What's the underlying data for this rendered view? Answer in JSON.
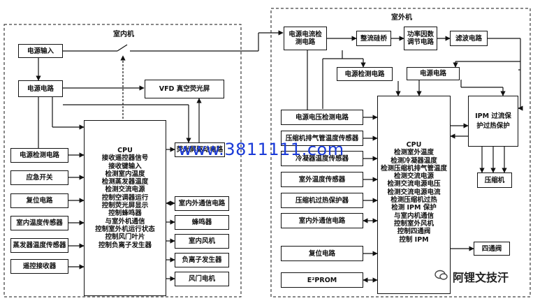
{
  "indoor": {
    "title": "室内机",
    "power_input": "电源输入",
    "power_circuit": "电源电路",
    "vfd": "VFD 真空荧光屏",
    "cpu_lines": [
      "CPU",
      "接收遥控器信号",
      "接收键输入",
      "检测室内温度",
      "检测蒸发器温度",
      "检测交流电源",
      "控制空调器运行",
      "控制荧光屏显示",
      "控制蜂鸣器",
      "与室外机通信",
      "控制室外机运行状态",
      "控制风门叶片",
      "控制负离子发生器"
    ],
    "left_boxes": [
      "电源检测电路",
      "应急开关",
      "复位电路",
      "室内温度传感器",
      "蒸发器温度传感器",
      "遥控接收器"
    ],
    "right_boxes": [
      "荧光屏驱动电路",
      "室内外通信电路",
      "蜂鸣器",
      "室内风机",
      "负离子发生器",
      "风门电机"
    ]
  },
  "outdoor": {
    "title": "室外机",
    "top_chain": [
      "电源电流检测电路",
      "整流硅桥",
      "功率因数调节电路",
      "滤波电路"
    ],
    "power_detect": "电源检测电路",
    "power_circuit": "电源电路",
    "ipm": "IPM 过流保护过热保护",
    "compressor": "压缩机",
    "four_way": "四通阀",
    "cpu_lines": [
      "CPU",
      "检测室外温度",
      "检测冷凝器温度",
      "检测压缩机排气管温度",
      "检测交流电源",
      "检测交流电源电压",
      "检测交流电源电流",
      "检测压缩机过热",
      "检测 IPM 保护",
      "与室内机通信",
      "控制室外风机",
      "控制四通阀",
      "控制 IPM"
    ],
    "left_boxes": [
      "电源电压检测电路",
      "压缩机排气管温度传感器",
      "冷凝器温度传感器",
      "室外温度传感器",
      "压缩机过热保护器",
      "室内外通信电路",
      "复位电路",
      "E²PROM"
    ]
  },
  "watermark": {
    "url": "www.3811111.com",
    "brand": "阿锂文技汗"
  }
}
